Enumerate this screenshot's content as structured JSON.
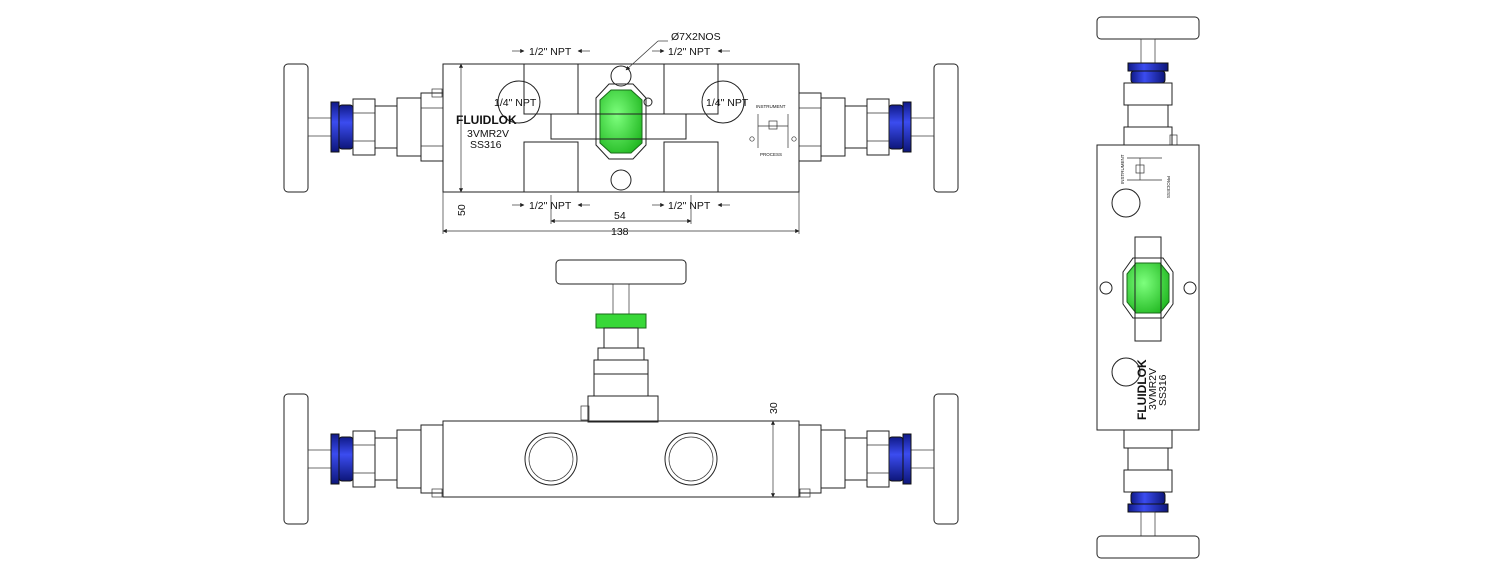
{
  "brand": "FLUIDLOK",
  "model": "3VMR2V",
  "material": "SS316",
  "colors": {
    "seat_green": "#38d838",
    "nut_blue": "#2233cc",
    "steel_light": "#f2f2f2",
    "steel_dark": "#9a9a9a",
    "outline": "#222222"
  },
  "top_view": {
    "hole_callout": "Ø7X2NOS",
    "port_top_left": "1/2\" NPT",
    "port_top_right": "1/2\" NPT",
    "port_bottom_left": "1/2\" NPT",
    "port_bottom_right": "1/2\" NPT",
    "side_port_left": "1/4\" NPT",
    "side_port_right": "1/4\" NPT",
    "dim_height": "50",
    "dim_center": "54",
    "dim_length": "138",
    "schematic_top": "INSTRUMENT",
    "schematic_bottom": "PROCESS"
  },
  "front_view": {
    "dim_height": "30"
  },
  "side_view": {
    "brand": "FLUIDLOK",
    "model": "3VMR2V",
    "material": "SS316",
    "schematic_top": "INSTRUMENT",
    "schematic_bottom": "PROCESS"
  }
}
